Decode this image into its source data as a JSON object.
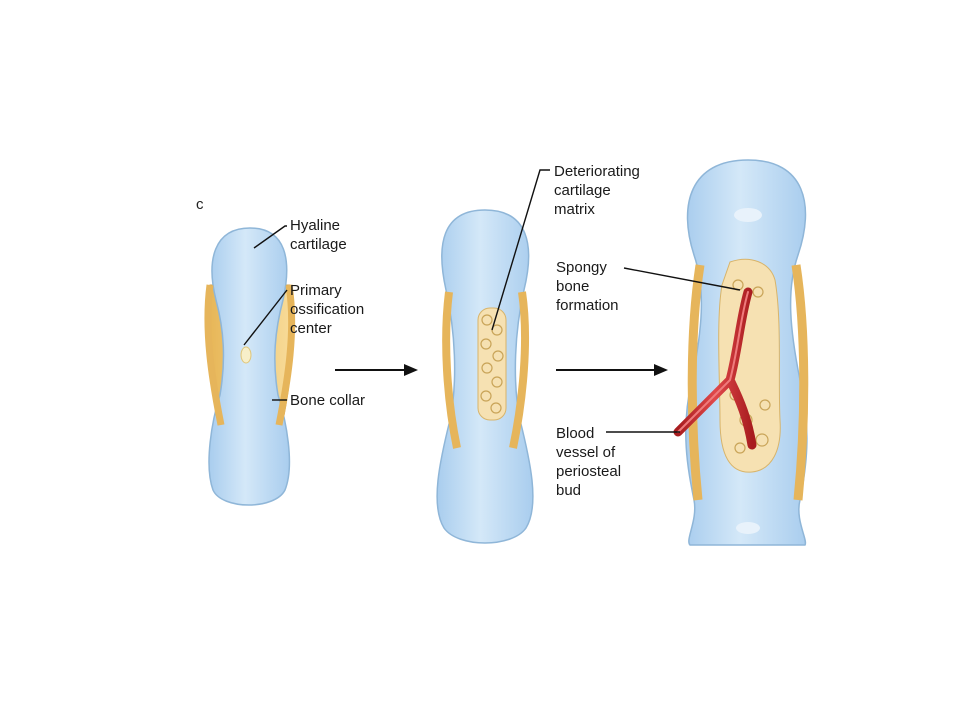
{
  "labels": {
    "hyaline_1": "Hyaline",
    "hyaline_2": "cartilage",
    "primary_1": "Primary",
    "primary_2": "ossification",
    "primary_3": "center",
    "collar": "Bone collar",
    "deter_1": "Deteriorating",
    "deter_2": "cartilage",
    "deter_3": "matrix",
    "spongy_1": "Spongy",
    "spongy_2": "bone",
    "spongy_3": "formation",
    "blood_1": "Blood",
    "blood_2": "vessel of",
    "blood_3": "periosteal",
    "blood_4": "bud"
  },
  "corner_mark": "c",
  "colors": {
    "cartilage": "#bfdcf3",
    "cartilage_edge": "#8fb6d8",
    "bone_collar": "#f3cc7c",
    "spongy_bone": "#f6e1b2",
    "blood_vessel": "#c9282a",
    "leader_line": "#111111"
  }
}
